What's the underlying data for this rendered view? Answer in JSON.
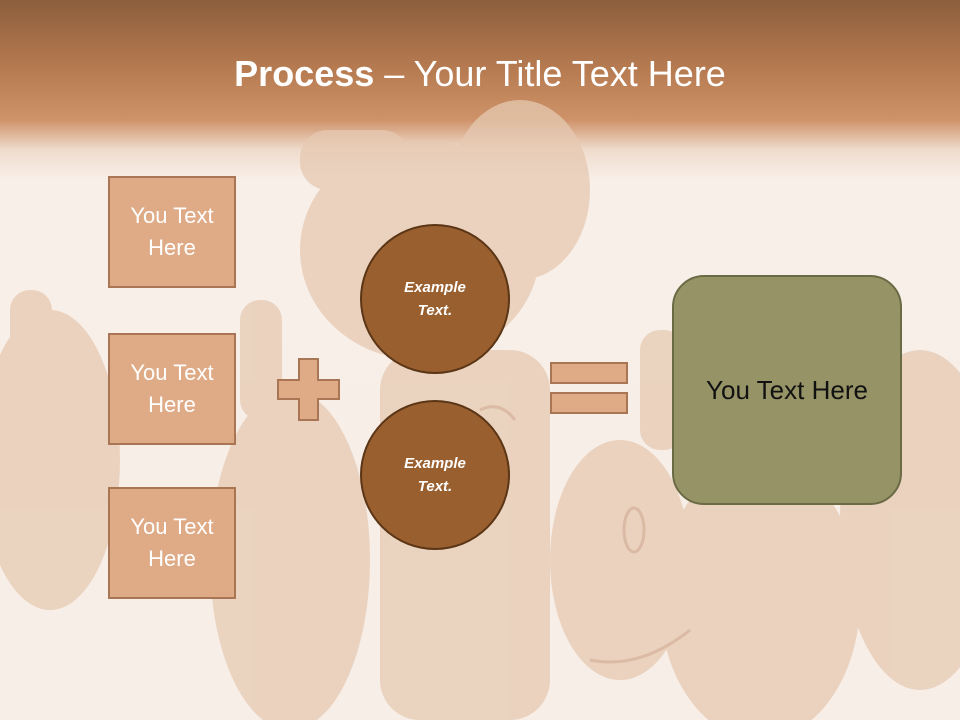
{
  "slide": {
    "title_bold": "Process",
    "title_rest": " – Your Title Text Here",
    "left_boxes": [
      {
        "label": "You Text Here"
      },
      {
        "label": "You Text Here"
      },
      {
        "label": "You Text Here"
      }
    ],
    "circles": [
      {
        "label": "Example Text."
      },
      {
        "label": "Example Text."
      }
    ],
    "result_label": "You Text Here"
  },
  "colors": {
    "header_brown": "#b77b51",
    "box_fill": "#dfaa86",
    "circle_fill": "#9a5f2f",
    "result_fill": "#969466"
  },
  "icons": {
    "plus": "plus-sign-icon",
    "equals": "equals-sign-icon"
  }
}
